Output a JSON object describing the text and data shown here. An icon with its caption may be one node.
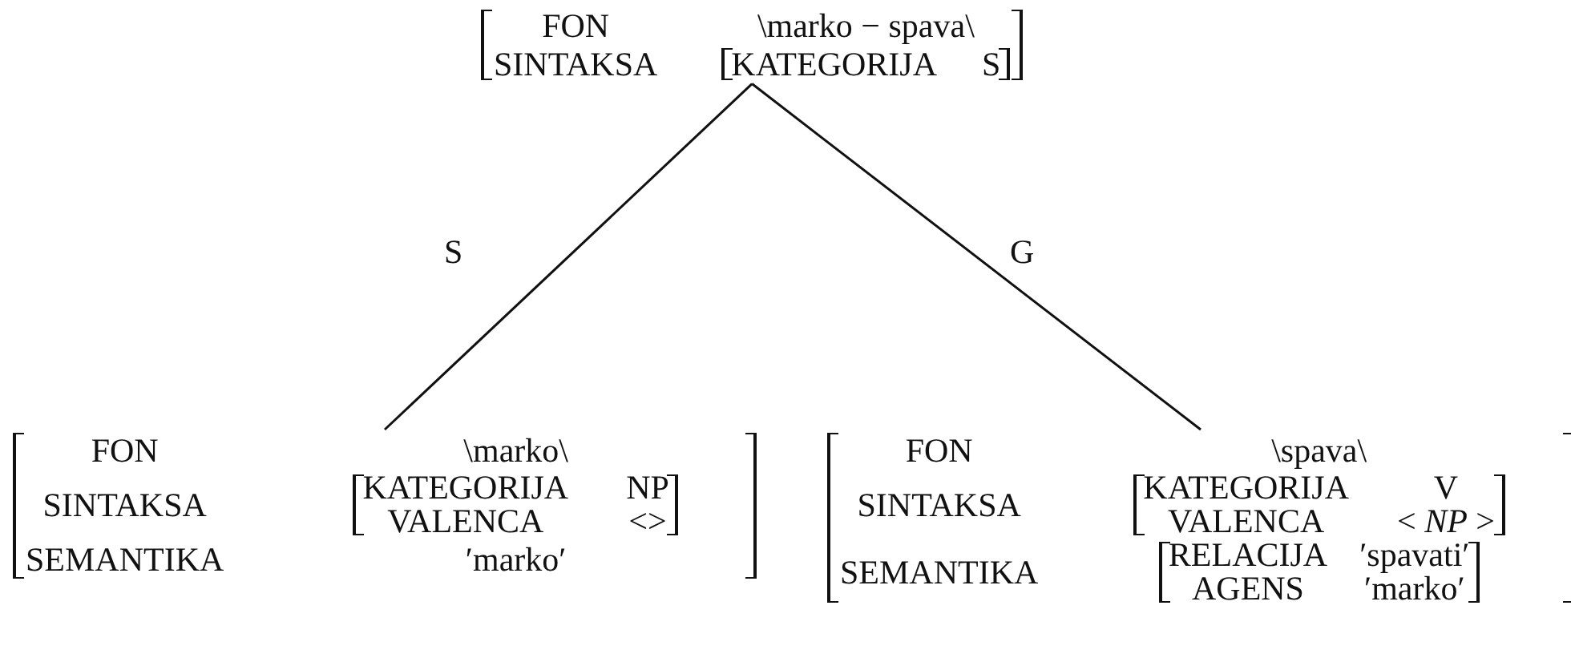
{
  "diagram": {
    "nodes": [
      {
        "text": [
          "FON",
          "\\marko − spava\\",
          "SINTAKSA"
        ]
      },
      {
        "text": [
          "KATEGORIJA",
          "S"
        ],
        "in": 0
      },
      {
        "text": [
          "FON",
          "\\marko\\",
          "SINTAKSA",
          "SEMANTIKA",
          "′marko′"
        ]
      },
      {
        "text": [
          "KATEGORIJA",
          "NP",
          "VALENCA",
          "<>"
        ],
        "in": 2
      },
      {
        "text": [
          "FON",
          "\\spava\\",
          "SINTAKSA",
          "SEMANTIKA"
        ]
      },
      {
        "text": [
          "KATEGORIJA",
          "V",
          "VALENCA",
          "< *NP* >"
        ],
        "in": 4
      },
      {
        "text": [
          "RELACIJA",
          "′spavati′",
          "AGENS",
          "′marko′"
        ],
        "in": 4
      }
    ],
    "edges": [
      {
        "from": 0,
        "to": 2,
        "arrow": "none",
        "label": "S"
      },
      {
        "from": 0,
        "to": 4,
        "arrow": "none",
        "label": "G"
      }
    ]
  }
}
